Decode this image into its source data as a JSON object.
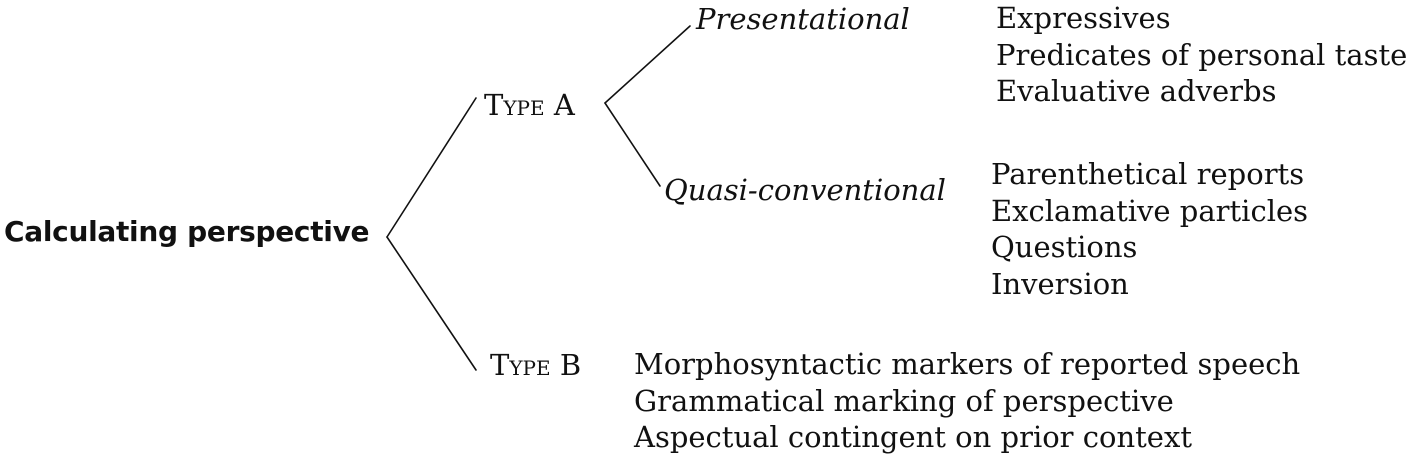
{
  "tree": {
    "root": {
      "label": "Calculating perspective"
    },
    "type_a": {
      "label": "Type A",
      "presentational": {
        "label": "Presentational",
        "items": [
          "Expressives",
          "Predicates of personal taste",
          "Evaluative adverbs"
        ]
      },
      "quasi_conventional": {
        "label": "Quasi-conventional",
        "items": [
          "Parenthetical reports",
          "Exclamative particles",
          "Questions",
          "Inversion"
        ]
      }
    },
    "type_b": {
      "label": "Type B",
      "items": [
        "Morphosyntactic markers of reported speech",
        "Grammatical marking of perspective",
        "Aspectual contingent on prior context"
      ]
    }
  }
}
